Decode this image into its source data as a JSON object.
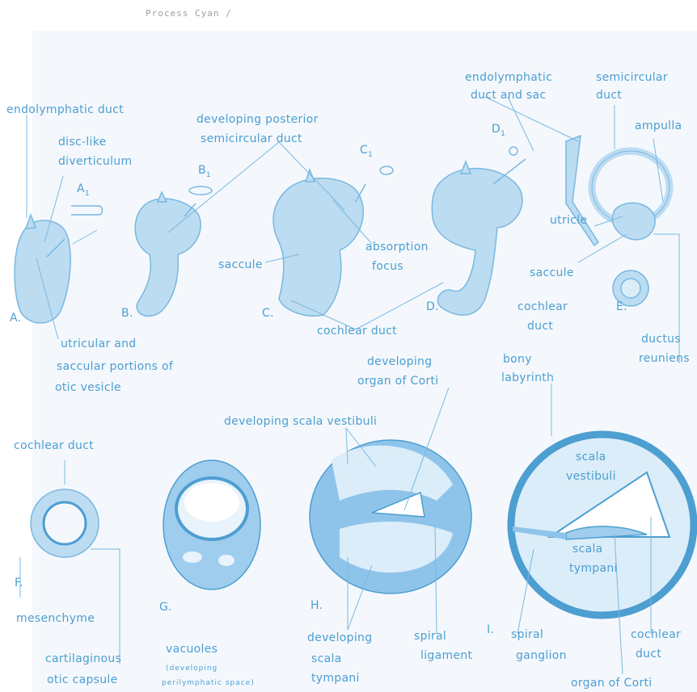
{
  "header": "Process Cyan /",
  "colors": {
    "ink": "#4d9ed1",
    "fill": "#bcdcf2",
    "light": "#dbedf9",
    "dark": "#2f86c4"
  },
  "labels": {
    "endolymphatic_duct": "endolymphatic duct",
    "disc_like_1": "disc-like",
    "disc_like_2": "diverticulum",
    "a1": "A",
    "b1": "B",
    "c1": "C",
    "d1": "D",
    "sub1": "1",
    "dev_post_1": "developing posterior",
    "dev_post_2": "semicircular duct",
    "endo_sac_1": "endolymphatic",
    "endo_sac_2": "duct and sac",
    "semi_1": "semicircular",
    "semi_2": "duct",
    "ampulla": "ampulla",
    "absorption_1": "absorption",
    "absorption_2": "focus",
    "saccule_c": "saccule",
    "utricle": "utricle",
    "saccule_e": "saccule",
    "cochlear_e_1": "cochlear",
    "cochlear_e_2": "duct",
    "ductus_1": "ductus",
    "ductus_2": "reuniens",
    "a": "A.",
    "b": "B.",
    "c": "C.",
    "d": "D.",
    "e": "E.",
    "cochlear_duct_mid": "cochlear duct",
    "utric_1": "utricular and",
    "utric_2": "saccular portions of",
    "utric_3": "otic vesicle",
    "dev_corti_1": "developing",
    "dev_corti_2": "organ of Corti",
    "bony_1": "bony",
    "bony_2": "labyrinth",
    "dev_vest": "developing scala vestibuli",
    "cochlear_duct_f": "cochlear duct",
    "f": "F.",
    "mesenchyme": "mesenchyme",
    "cart_1": "cartilaginous",
    "cart_2": "otic capsule",
    "g": "G.",
    "vacuoles": "vacuoles",
    "vac_2": "(developing",
    "vac_3": "perilymphatic space)",
    "h": "H.",
    "dev_tymp_1": "developing",
    "dev_tymp_2": "scala",
    "dev_tymp_3": "tympani",
    "spiral_lig_1": "spiral",
    "spiral_lig_2": "ligament",
    "i": "I.",
    "spiral_gang_1": "spiral",
    "spiral_gang_2": "ganglion",
    "scala_vest_1": "scala",
    "scala_vest_2": "vestibuli",
    "scala_tymp_1": "scala",
    "scala_tymp_2": "tympani",
    "cochlear_i_1": "cochlear",
    "cochlear_i_2": "duct",
    "organ_corti": "organ of Corti"
  }
}
